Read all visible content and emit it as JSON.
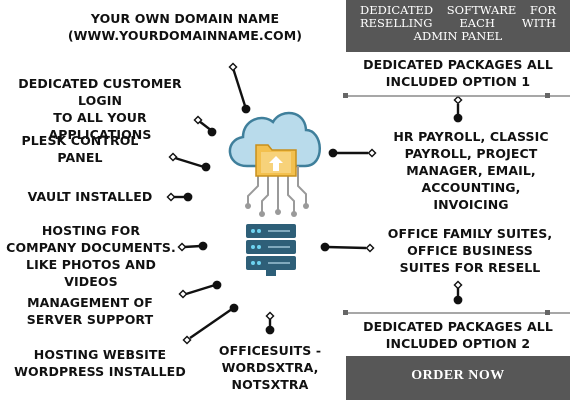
{
  "left_features": {
    "domain": "YOUR OWN DOMAIN NAME\n(WWW.YOURDOMAINNAME.COM)",
    "customer_login": "DEDICATED CUSTOMER LOGIN\nTO ALL YOUR APPLICATIONS",
    "plesk": "PLESK CONTROL\nPANEL",
    "vault": "VAULT INSTALLED",
    "hosting_docs": "HOSTING FOR\nCOMPANY DOCUMENTS.\nLIKE PHOTOS AND VIDEOS",
    "server_support": "MANAGEMENT OF\nSERVER SUPPORT",
    "wordpress": "HOSTING WEBSITE\nWORDPRESS INSTALLED"
  },
  "center": {
    "officesuits": "OFFICESUITS -\nWORDSXTRA,\nNOTSXTRA"
  },
  "right_panel": {
    "header": "DEDICATED SOFTWARE FOR RESELLING EACH WITH ADMIN PANEL",
    "option1": "DEDICATED PACKAGES ALL\nINCLUDED OPTION 1",
    "option1_apps": "HR PAYROLL, CLASSIC\nPAYROLL, PROJECT\nMANAGER, EMAIL,\nACCOUNTING,\nINVOICING",
    "office_suites": "OFFICE FAMILY SUITES,\nOFFICE BUSINESS\nSUITES FOR RESELL",
    "option2": "DEDICATED PACKAGES ALL\nINCLUDED OPTION 2",
    "order_button": "ORDER NOW"
  },
  "colors": {
    "panel": "#575757",
    "cloud": "#b9dbeb",
    "cloud_outline": "#3f7f9b",
    "server": "#2e5f78",
    "folder": "#f3c04e",
    "circuit": "#9a9a9a"
  },
  "icons": [
    "cloud-upload-icon",
    "server-icon"
  ]
}
